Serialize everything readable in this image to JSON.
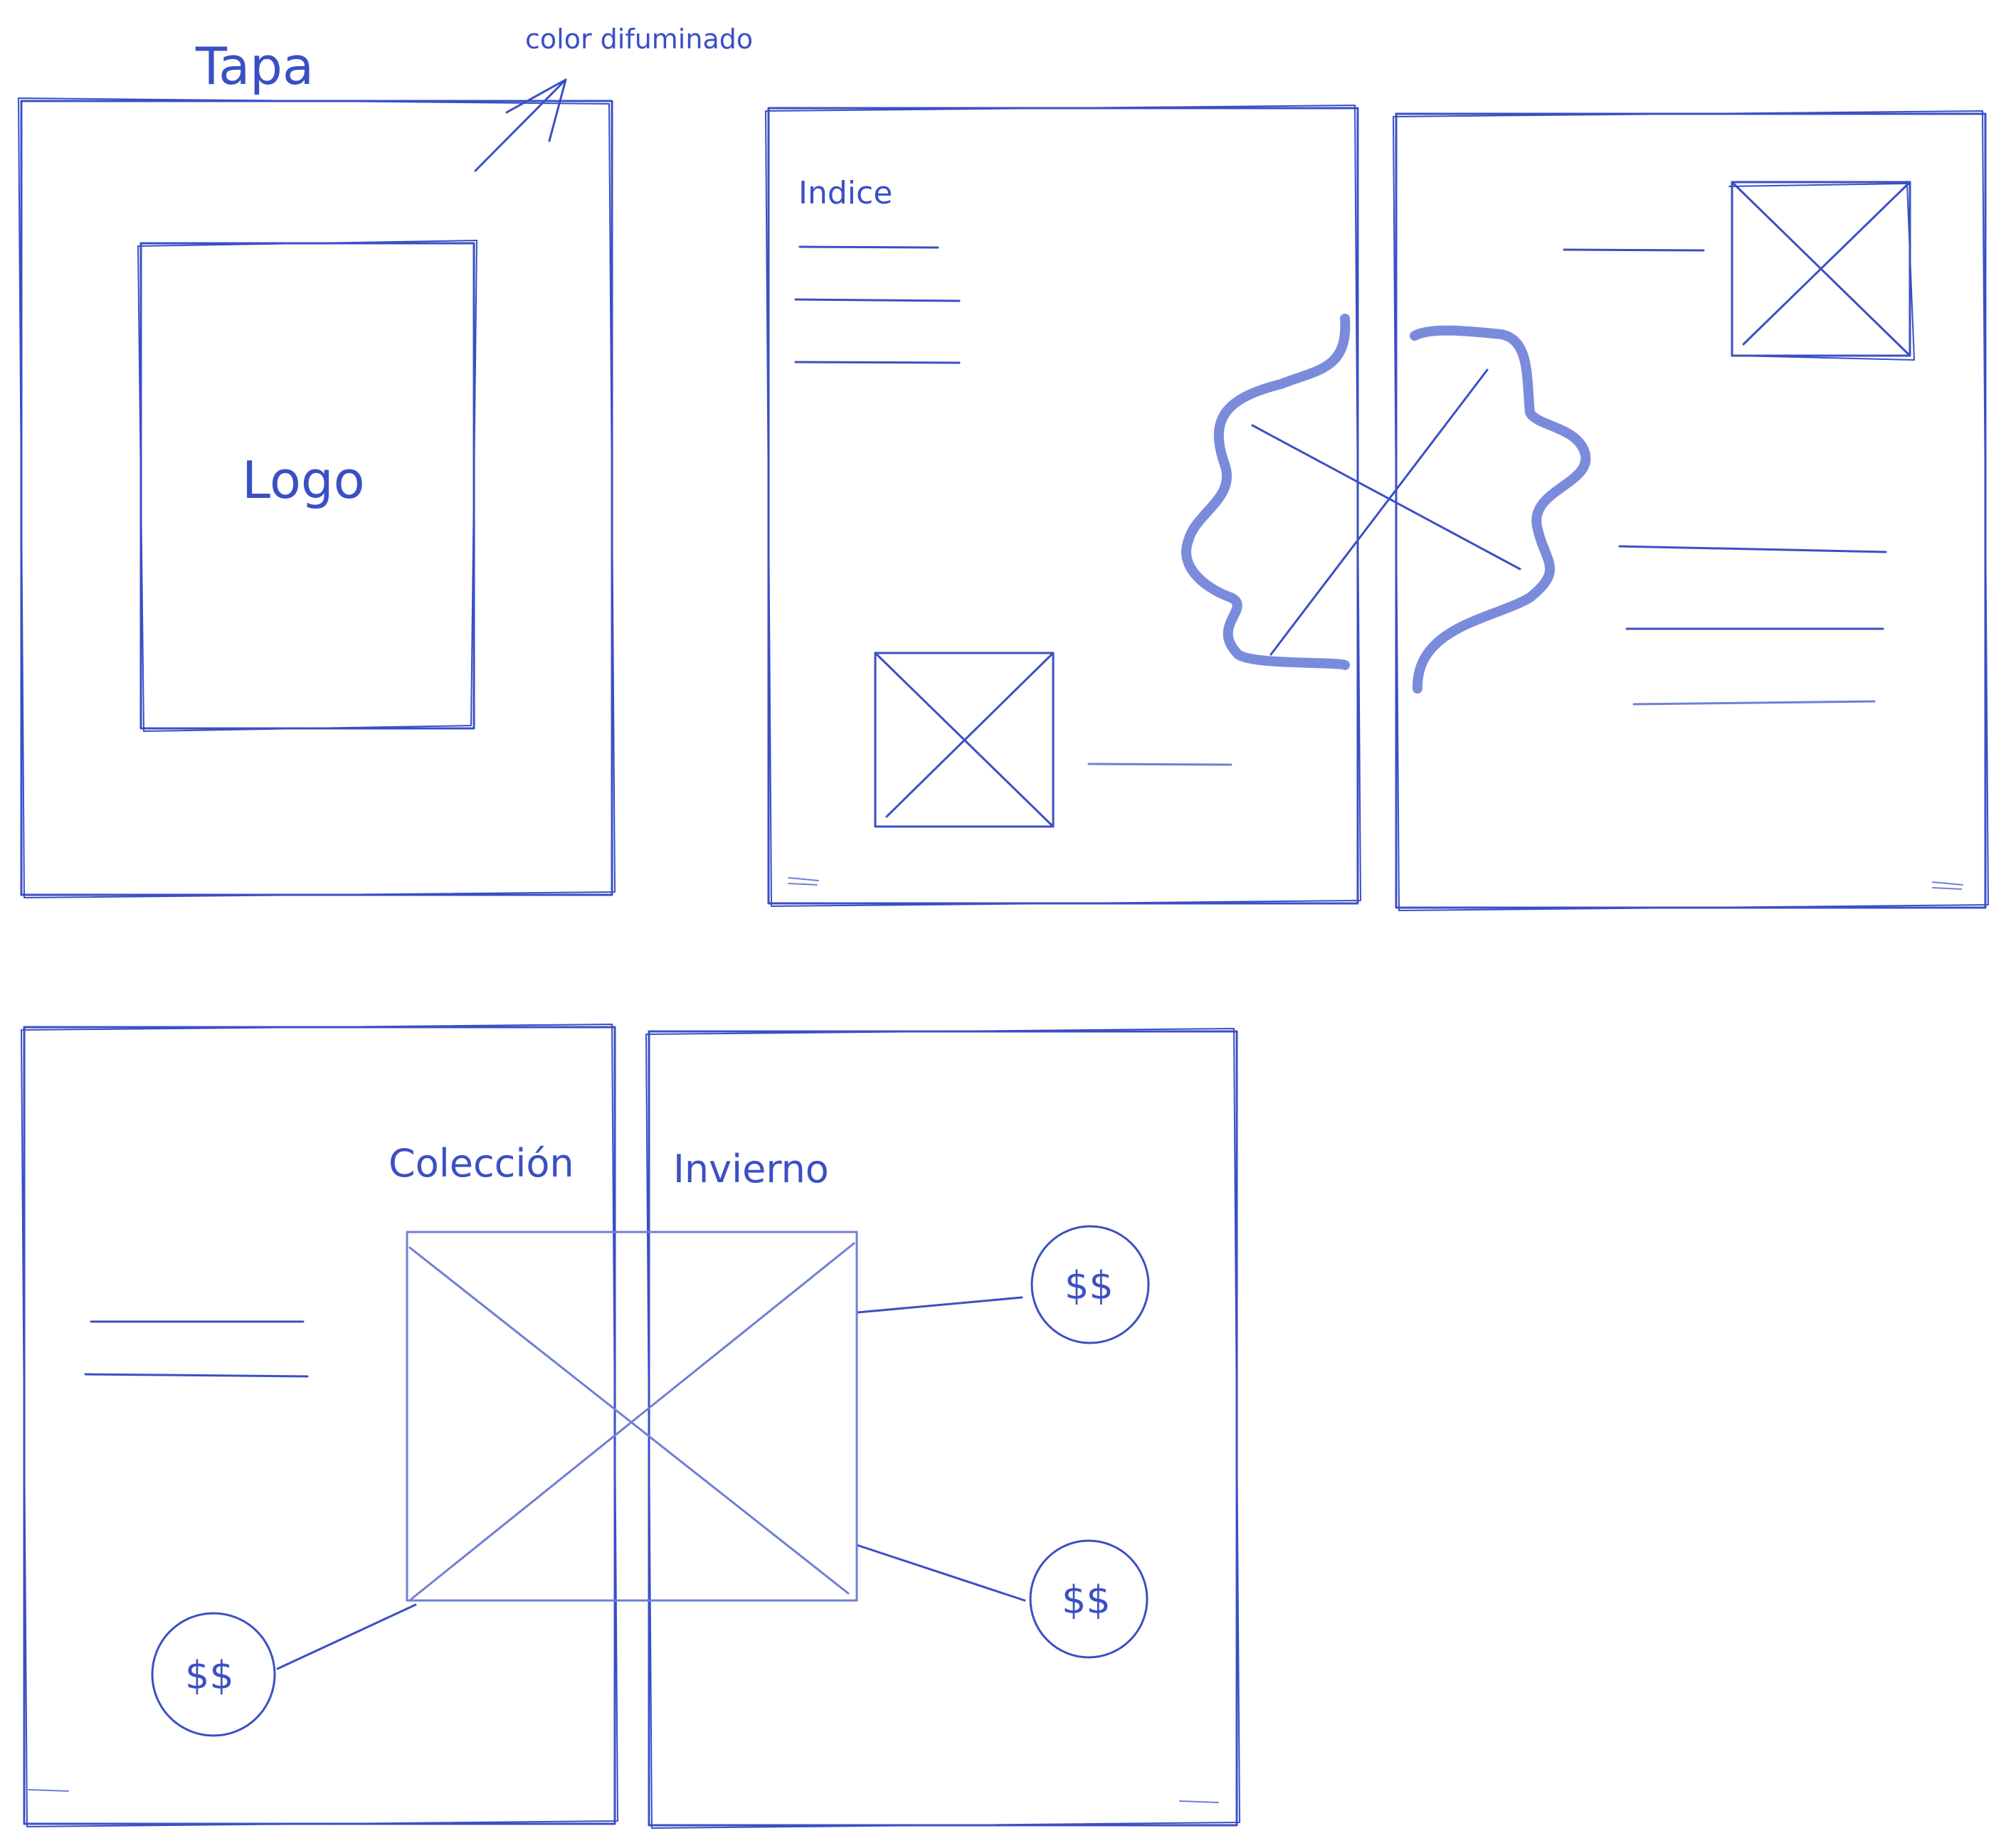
{
  "colors": {
    "ink": "#3b4fc4",
    "ink_soft": "#6f7fd6",
    "blob": "#7b8bdc",
    "background": "#ffffff"
  },
  "cover": {
    "title": "Tapa",
    "logo_label": "Logo",
    "annotation": "color difuminado"
  },
  "index_spread": {
    "index_label": "Indice"
  },
  "collection_spread": {
    "left_label": "Colección",
    "right_label": "Invierno"
  },
  "price_tag": "$$"
}
